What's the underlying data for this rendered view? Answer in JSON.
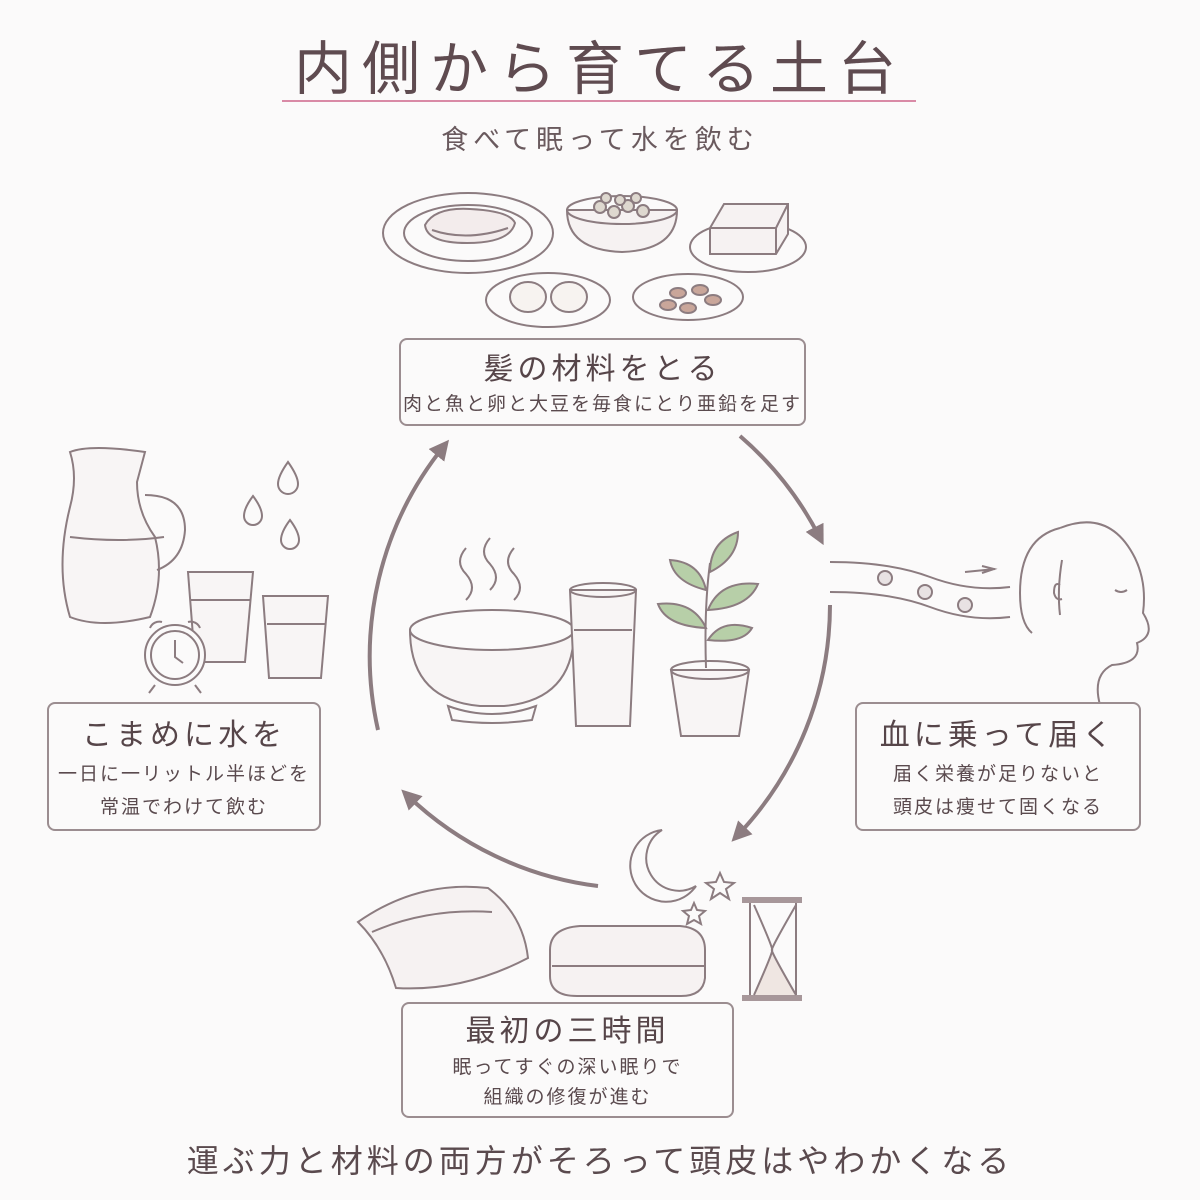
{
  "title": "内側から育てる土台",
  "subtitle": "食べて眠って水を飲む",
  "steps": {
    "top": {
      "heading": "髪の材料をとる",
      "line1": "肉と魚と卵と大豆を毎食にとり亜鉛を足す"
    },
    "right": {
      "heading": "血に乗って届く",
      "line1": "届く栄養が足りないと",
      "line2": "頭皮は痩せて固くなる"
    },
    "bottom": {
      "heading": "最初の三時間",
      "line1": "眠ってすぐの深い眠りで",
      "line2": "組織の修復が進む"
    },
    "left": {
      "heading": "こまめに水を",
      "line1": "一日に一リットル半ほどを",
      "line2": "常温でわけて飲む"
    }
  },
  "footer": "運ぶ力と材料の両方がそろって頭皮はやわかくなる",
  "colors": {
    "line": "#8c7c80",
    "accent": "#d98aa6",
    "leaf": "#b7cfa8",
    "text": "#5a4a4e"
  },
  "icons": [
    "food-plates-icon",
    "bloodstream-head-icon",
    "sleep-bedding-icon",
    "water-glasses-icon",
    "soup-water-plant-icon",
    "cycle-arrows-icon"
  ]
}
